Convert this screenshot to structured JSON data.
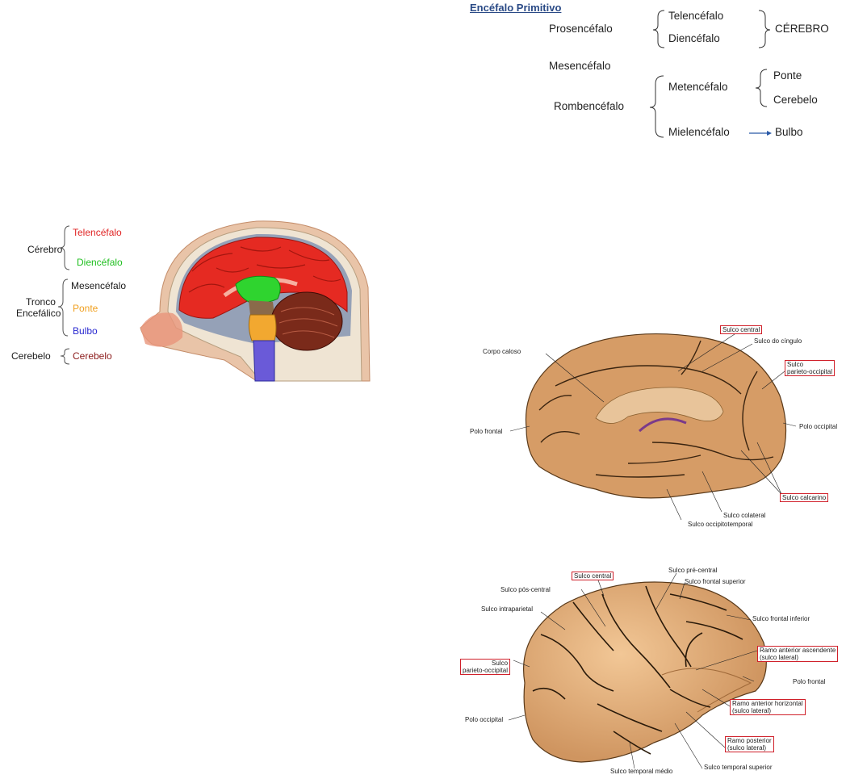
{
  "primitive": {
    "title": "Encéfalo Primitivo",
    "prosencefalo": "Prosencéfalo",
    "telencefalo": "Telencéfalo",
    "diencefalo": "Diencéfalo",
    "cerebro": "CÉREBRO",
    "mesencefalo": "Mesencéfalo",
    "rombencefalo": "Rombencéfalo",
    "metencefalo": "Metencéfalo",
    "ponte": "Ponte",
    "cerebelo": "Cerebelo",
    "mielencefalo": "Mielencéfalo",
    "bulbo": "Bulbo"
  },
  "legend": {
    "cerebro": "Cérebro",
    "telencefalo": "Telencéfalo",
    "diencefalo": "Diencéfalo",
    "tronco_1": "Tronco",
    "tronco_2": "Encefálico",
    "mesencefalo": "Mesencéfalo",
    "ponte": "Ponte",
    "bulbo": "Bulbo",
    "cerebelo_group": "Cerebelo",
    "cerebelo": "Cerebelo",
    "colors": {
      "telencefalo": "#e02525",
      "diencefalo": "#1fbf1f",
      "mesencefalo": "#1a1a1a",
      "ponte": "#f0a020",
      "bulbo": "#2a2ad0",
      "cerebelo": "#8b1a1a"
    }
  },
  "medial": {
    "sulco_central": "Sulco central",
    "sulco_cingulo": "Sulco do cíngulo",
    "corpo_caloso": "Corpo caloso",
    "sulco_po_1": "Sulco",
    "sulco_po_2": "parieto-occipital",
    "polo_frontal": "Polo frontal",
    "polo_occipital": "Polo occipital",
    "sulco_calcarino": "Sulco calcarino",
    "sulco_colateral": "Sulco colateral",
    "sulco_occipitotemporal": "Sulco occipitotemporal"
  },
  "lateral": {
    "sulco_central": "Sulco central",
    "sulco_pre_central": "Sulco pré-central",
    "sulco_frontal_superior": "Sulco frontal superior",
    "sulco_pos_central": "Sulco pós-central",
    "sulco_intraparietal": "Sulco intraparietal",
    "sulco_frontal_inferior": "Sulco frontal inferior",
    "ramo_asc_1": "Ramo anterior ascendente",
    "ramo_asc_2": "(sulco lateral)",
    "sulco_po_1": "Sulco",
    "sulco_po_2": "parieto-occipital",
    "polo_frontal": "Polo frontal",
    "ramo_hor_1": "Ramo anterior horizontal",
    "ramo_hor_2": "(sulco lateral)",
    "polo_occipital": "Polo occipital",
    "ramo_post_1": "Ramo posterior",
    "ramo_post_2": "(sulco lateral)",
    "sulco_temporal_medio": "Sulco temporal médio",
    "sulco_temporal_superior": "Sulco temporal superior"
  }
}
